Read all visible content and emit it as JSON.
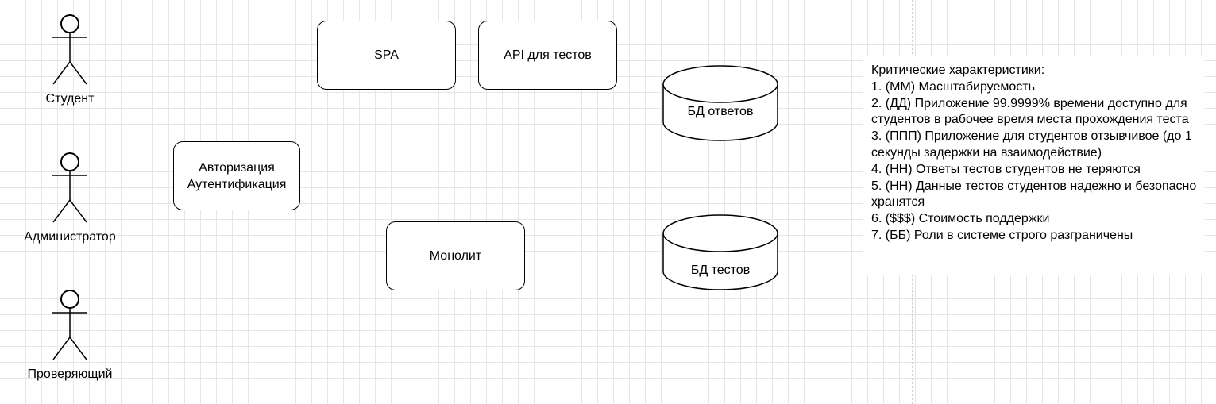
{
  "actors": [
    {
      "id": "student",
      "label": "Студент"
    },
    {
      "id": "admin",
      "label": "Администратор"
    },
    {
      "id": "reviewer",
      "label": "Проверяющий"
    }
  ],
  "components": {
    "spa": "SPA",
    "api": "API для тестов",
    "auth": "Авторизация\nАутентификация",
    "monolith": "Монолит"
  },
  "databases": {
    "answers": "БД ответов",
    "tests": "БД тестов"
  },
  "notes": {
    "title": "Критические характеристики:",
    "items": [
      "1. (ММ) Масштабируемость",
      "2. (ДД) Приложение 99.9999% времени доступно для студентов в рабочее время места прохождения теста",
      "3. (ППП) Приложение для студентов отзывчивое (до 1 секунды задержки на взаимодействие)",
      "4. (НН) Ответы тестов студентов не теряются",
      "5. (НН) Данные тестов студентов надежно и безопасно хранятся",
      "6. ($$$) Стоимость поддержки",
      "7. (ББ) Роли в системе строго разграничены"
    ]
  },
  "colors": {
    "stroke": "#000000",
    "grid": "#e6e6e6",
    "fill": "#ffffff"
  }
}
